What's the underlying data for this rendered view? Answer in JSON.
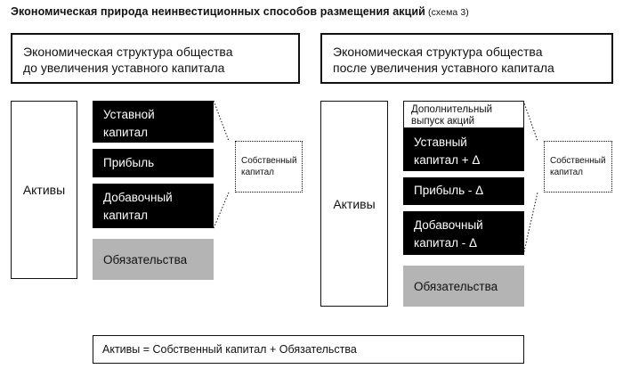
{
  "title": {
    "main": "Экономическая природа неинвестиционных способов размещения акций",
    "scheme": "(схема 3)"
  },
  "left": {
    "header_line1": "Экономическая структура общества",
    "header_line2": "до увеличения уставного капитала",
    "assets": "Активы",
    "charter_line1": "Уставной",
    "charter_line2": "капитал",
    "profit": "Прибыль",
    "additional_line1": "Добавочный",
    "additional_line2": "капитал",
    "liabilities": "Обязательства",
    "equity_line1": "Собственный",
    "equity_line2": "капитал"
  },
  "right": {
    "header_line1": "Экономическая структура общества",
    "header_line2": "после увеличения уставного капитала",
    "assets": "Активы",
    "extra_issue_line1": "Дополнительный",
    "extra_issue_line2": "выпуск акций",
    "charter_line1": "Уставный",
    "charter_line2": "капитал + Δ",
    "profit": "Прибыль - Δ",
    "additional_line1": "Добавочный",
    "additional_line2": "капитал - Δ",
    "liabilities": "Обязательства",
    "equity_line1": "Собственный",
    "equity_line2": "капитал"
  },
  "formula": "Активы = Собственный капитал + Обязательства"
}
